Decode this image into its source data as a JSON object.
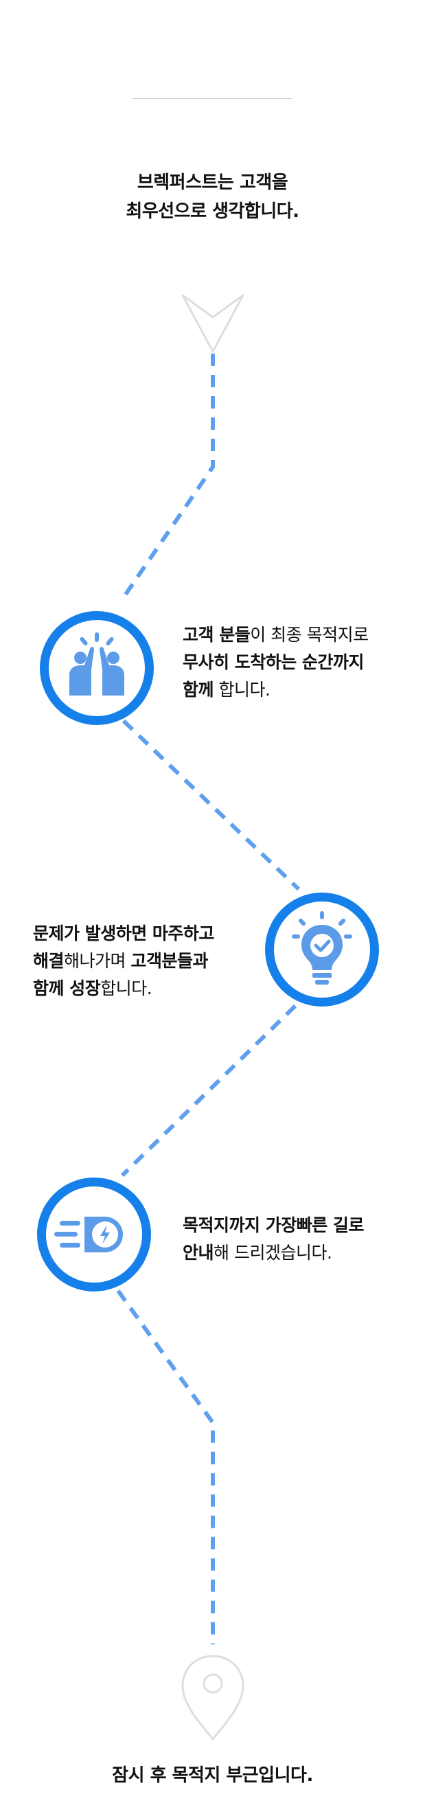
{
  "intro": {
    "line1": "브렉퍼스트는 고객을",
    "line2": "최우선으로 생각합니다."
  },
  "steps": [
    {
      "icon": "high-five-icon",
      "lines": [
        {
          "bold": "고객 분들",
          "normal": "이 최종 목적지로"
        },
        {
          "bold": "무사히 도착하는 순간까지",
          "normal": ""
        },
        {
          "bold": "함께",
          "normal": " 합니다."
        }
      ]
    },
    {
      "icon": "lightbulb-check-icon",
      "lines": [
        {
          "bold": "문제가 발생하면 마주하고",
          "normal": ""
        },
        {
          "bold": "해결",
          "normal": "해나가며 ",
          "bold2": "고객분들과"
        },
        {
          "bold": "함께 성장",
          "normal": "합니다."
        }
      ]
    },
    {
      "icon": "fast-energy-icon",
      "lines": [
        {
          "bold": "목적지까지 가장빠른 길로",
          "normal": ""
        },
        {
          "bold": "안내",
          "normal": "해 드리겠습니다."
        }
      ]
    }
  ],
  "outro": "잠시 후 목적지 부근입니다.",
  "colors": {
    "accent": "#1580ea",
    "icon_fill": "#5c9be8",
    "dash": "#5e9ff0",
    "marker": "#dedede"
  }
}
